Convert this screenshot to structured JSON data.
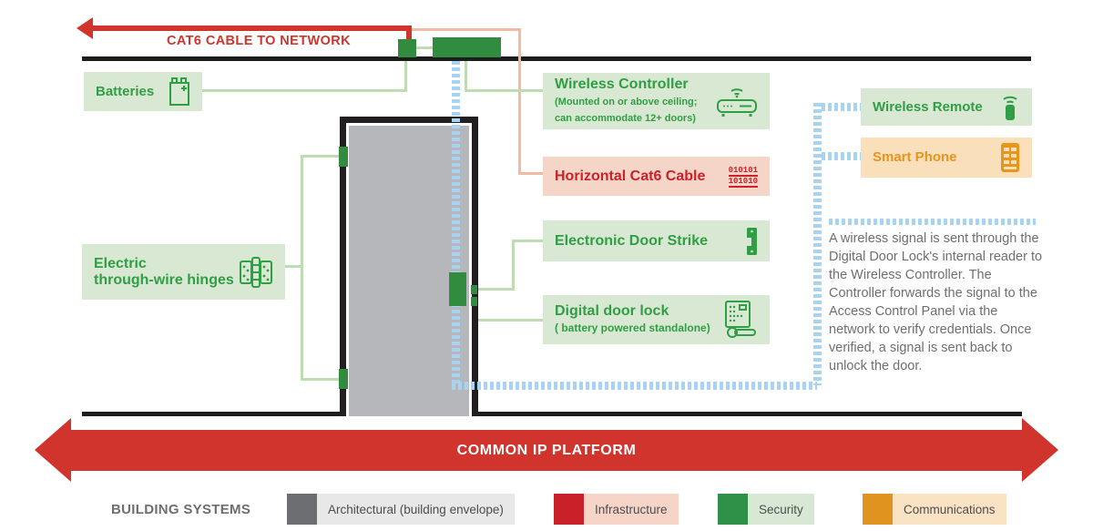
{
  "colors": {
    "red": "#d0342c",
    "green_text": "#2f9e44",
    "green_hardware": "#318c40",
    "light_green_bg": "#d9e8d2",
    "pink_bg": "#f6d5c9",
    "red_text": "#cc2127",
    "orange_text": "#e8951c",
    "orange_bg": "#f9dfba",
    "blue_dash": "#a9d4f1",
    "door_gray": "#b5b7ba",
    "frame_black": "#231f20",
    "note_gray": "#6d6f71"
  },
  "top": {
    "cat6_arrow_label": "CAT6 CABLE TO NETWORK"
  },
  "boxes": {
    "batteries": {
      "label": "Batteries"
    },
    "hinges": {
      "label": "Electric\nthrough-wire hinges"
    },
    "wireless_controller": {
      "label": "Wireless Controller",
      "sublabel": "(Mounted on or above ceiling; can accommodate 12+ doors)"
    },
    "cat6_cable": {
      "label": "Horizontal Cat6 Cable",
      "binary_line1": "010101",
      "binary_line2": "101010"
    },
    "door_strike": {
      "label": "Electronic Door Strike"
    },
    "door_lock": {
      "label": "Digital door lock",
      "sublabel": "( battery powered standalone)"
    },
    "wireless_remote": {
      "label": "Wireless Remote"
    },
    "smart_phone": {
      "label": "Smart Phone"
    }
  },
  "note": {
    "text": "A wireless signal is sent through the Digital Door Lock's internal reader to the Wireless Controller. The Controller forwards the signal to the Access Control Panel via the network to verify credentials. Once verified, a signal is sent back to unlock the door."
  },
  "platform_arrow": {
    "label": "COMMON IP PLATFORM"
  },
  "legend": {
    "title": "BUILDING SYSTEMS",
    "items": [
      {
        "label": "Architectural (building envelope)",
        "swatch": "#6d6e71",
        "bg": "#e8e8e9"
      },
      {
        "label": "Infrastructure",
        "swatch": "#c9202a",
        "bg": "#f7d4c8"
      },
      {
        "label": "Security",
        "swatch": "#2e9147",
        "bg": "#d9e8d4"
      },
      {
        "label": "Communications",
        "swatch": "#e0931f",
        "bg": "#fae3c2"
      }
    ]
  }
}
